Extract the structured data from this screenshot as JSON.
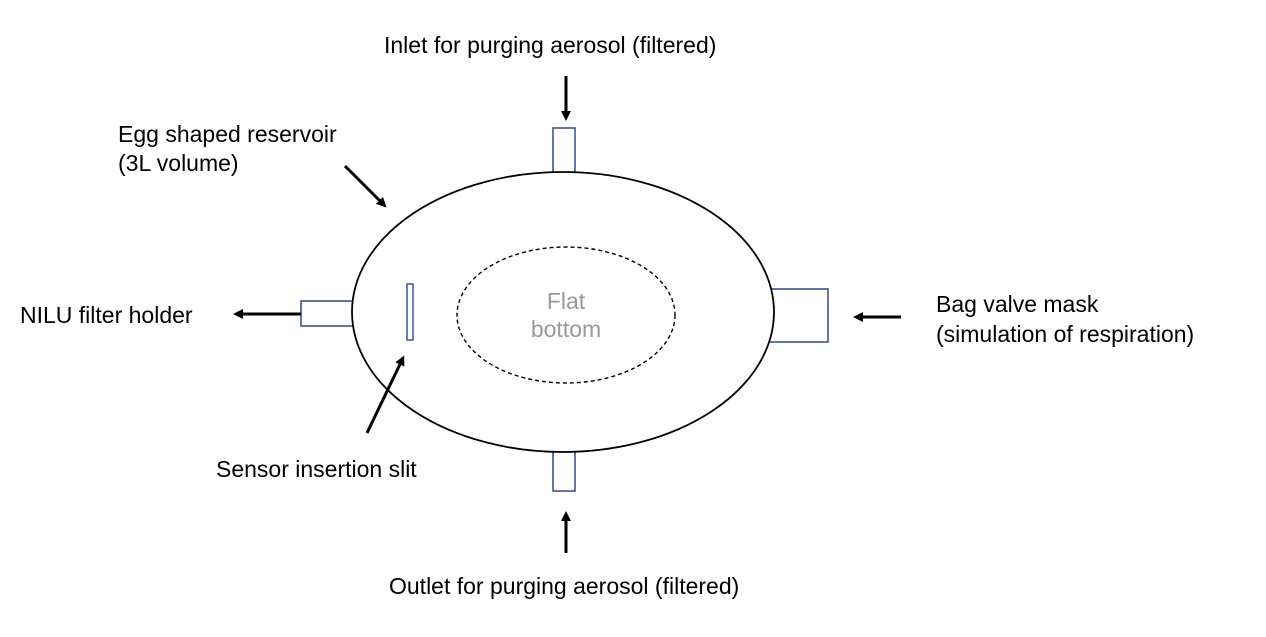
{
  "labels": {
    "inlet": "Inlet for purging aerosol (filtered)",
    "reservoir_line1": "Egg shaped reservoir",
    "reservoir_line2": "(3L volume)",
    "nilu": "NILU filter holder",
    "bag_line1": "Bag valve mask",
    "bag_line2": "(simulation of respiration)",
    "sensor": "Sensor insertion slit",
    "outlet": "Outlet for purging aerosol (filtered)",
    "flat_line1": "Flat",
    "flat_line2": "bottom"
  },
  "colors": {
    "outline": "#000000",
    "port": "#2e4a8a",
    "inner_text": "#999999"
  }
}
